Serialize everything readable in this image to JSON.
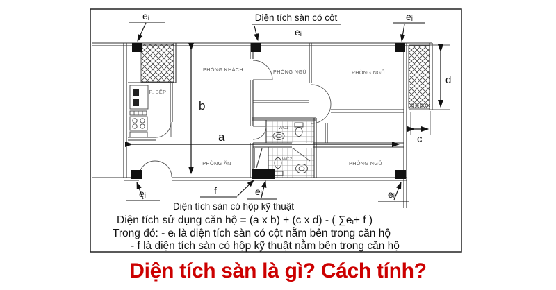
{
  "figure": {
    "callouts": {
      "top_left_e": "eᵢ",
      "top_center_caption": "Diện tích sàn có cột",
      "top_center_e": "eᵢ",
      "top_right_e": "eᵢ",
      "bottom_left_e": "eᵢ",
      "f_label": "f",
      "bottom_center_e": "eᵢ",
      "bottom_right_e": "eᵢ",
      "bottom_caption": "Diện tích sàn có hộp kỹ thuật"
    },
    "rooms": {
      "kitchen": "P. BẾP",
      "living": "PHÒNG KHÁCH",
      "bedroom1": "PHÒNG NGỦ",
      "bedroom2": "PHÒNG NGỦ",
      "bedroom3": "PHÒNG NGỦ",
      "dining": "PHÒNG ĂN",
      "wc1": "WC1",
      "wc2": "WC2"
    },
    "dims": {
      "a": "a",
      "b": "b",
      "c": "c",
      "d": "d"
    },
    "formula": {
      "line1": "Diện tích sử dụng căn hộ = (a x b) + (c x d) - ( ∑eᵢ+ f )",
      "line2": "Trong đó: - eᵢ là diện tích sàn có cột nằm bên trong căn hộ",
      "line3": "- f là diện tích sàn có hộp kỹ thuật nằm bên trong căn hộ"
    }
  },
  "title": {
    "text": "Diện tích sàn là gì? Cách tính?",
    "color": "#cc0000"
  }
}
